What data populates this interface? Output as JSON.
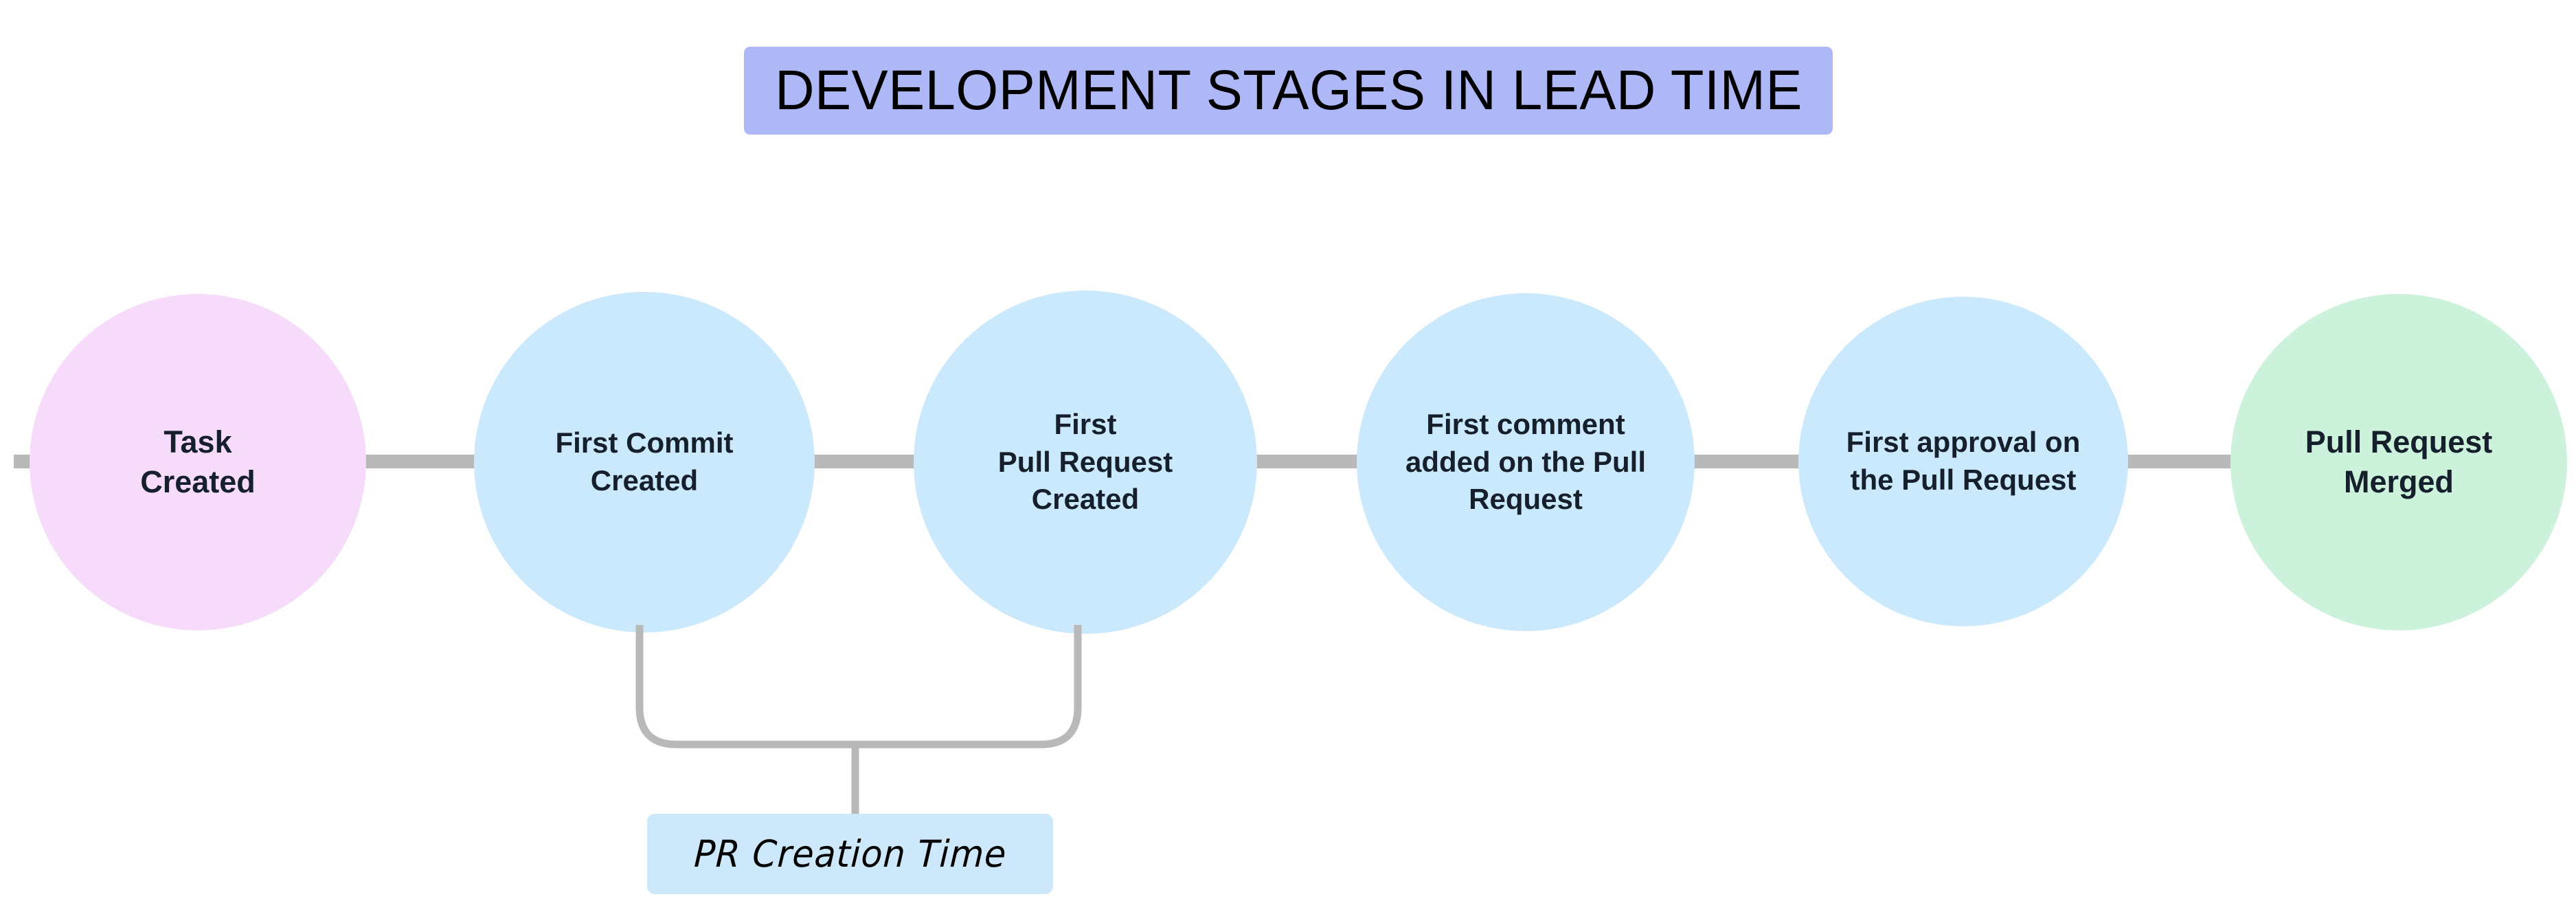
{
  "title": {
    "text": "DEVELOPMENT STAGES IN LEAD TIME",
    "background_color": "#aeb8f7",
    "text_color": "#000000"
  },
  "canvas": {
    "background_color": "#ffffff",
    "connector_color": "#b9b9b9"
  },
  "nodes": [
    {
      "id": "task-created",
      "label": "Task\nCreated",
      "color": "#f6dbfa"
    },
    {
      "id": "first-commit-created",
      "label": "First Commit\nCreated",
      "color": "#cbe9fc"
    },
    {
      "id": "first-pr-created",
      "label": "First\nPull Request\nCreated",
      "color": "#cbe9fc"
    },
    {
      "id": "first-comment-on-pr",
      "label": "First comment\nadded on the Pull\nRequest",
      "color": "#cbe9fc"
    },
    {
      "id": "first-approval-on-pr",
      "label": "First approval on\nthe Pull Request",
      "color": "#cbe9fc"
    },
    {
      "id": "pull-request-merged",
      "label": "Pull Request\nMerged",
      "color": "#cdf2db"
    }
  ],
  "edge_label": {
    "text": "PR Creation Time",
    "background_color": "#cce8fa",
    "text_color": "#000000",
    "spans_from": "First Commit Created",
    "spans_to": "First Pull Request Created"
  }
}
